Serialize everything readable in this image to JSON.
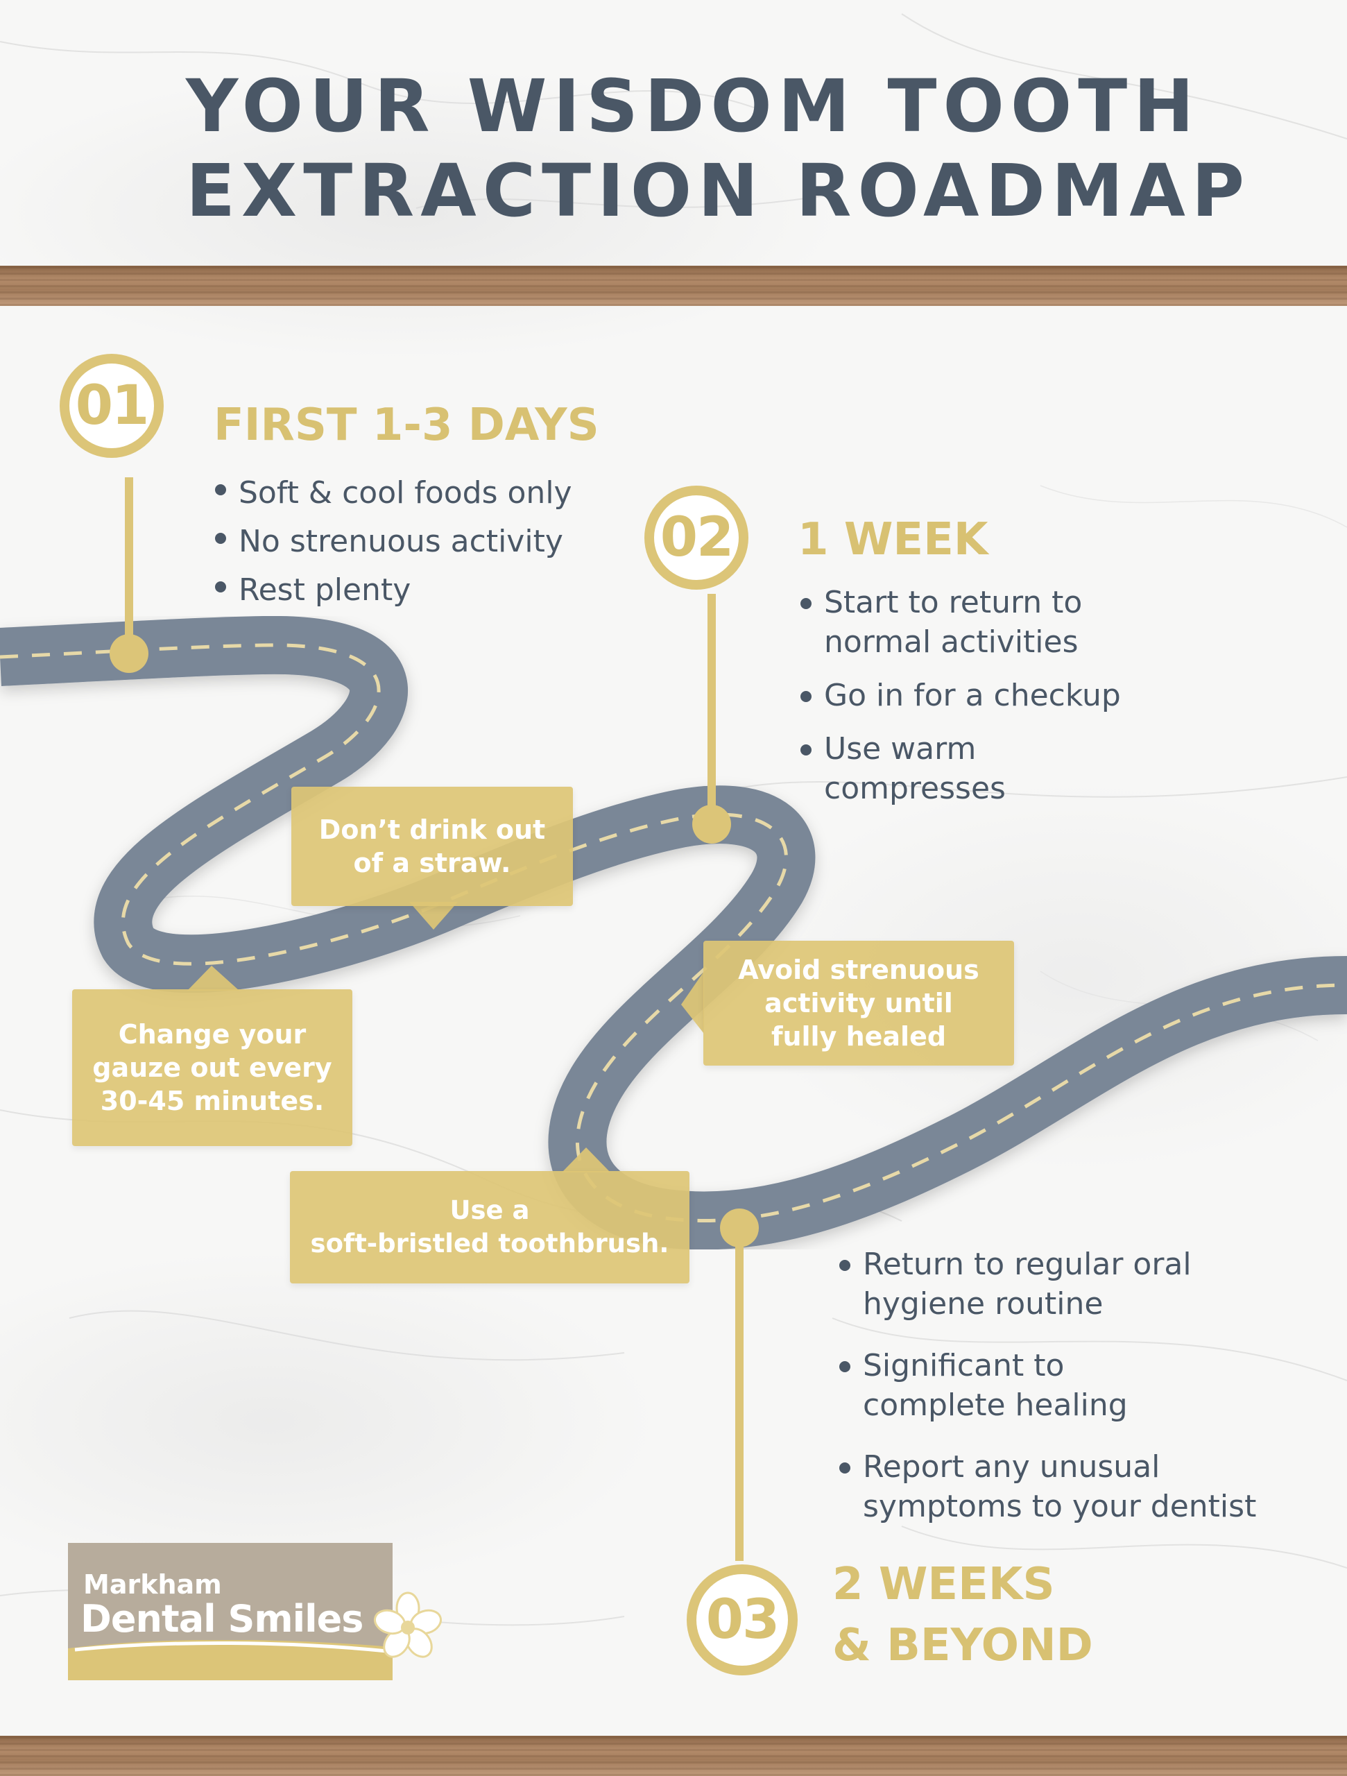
{
  "title": "YOUR WISDOM TOOTH\nEXTRACTION ROADMAP",
  "colors": {
    "gold": "#d8c172",
    "slate": "#4a5766",
    "road": "#7a8797",
    "wood": "#a9815f"
  },
  "stages": [
    {
      "number": "01",
      "title": "FIRST 1-3 DAYS",
      "bullets": [
        "Soft & cool foods only",
        "No strenuous activity",
        "Rest plenty"
      ]
    },
    {
      "number": "02",
      "title": "1 WEEK",
      "bullets": [
        "Start to return to\nnormal activities",
        "Go in for a checkup",
        "Use warm\ncompresses"
      ]
    },
    {
      "number": "03",
      "title": "2 WEEKS\n& BEYOND",
      "bullets": [
        "Return to regular oral\nhygiene routine",
        "Significant to\ncomplete healing",
        "Report any unusual\nsymptoms to your dentist"
      ]
    }
  ],
  "tips": [
    "Don’t drink out\nof a straw.",
    "Change your\ngauze out every\n30-45 minutes.",
    "Avoid strenuous\nactivity until\nfully healed",
    "Use a\nsoft-bristled toothbrush."
  ],
  "logo": {
    "line1": "Markham",
    "line2": "Dental Smiles"
  }
}
